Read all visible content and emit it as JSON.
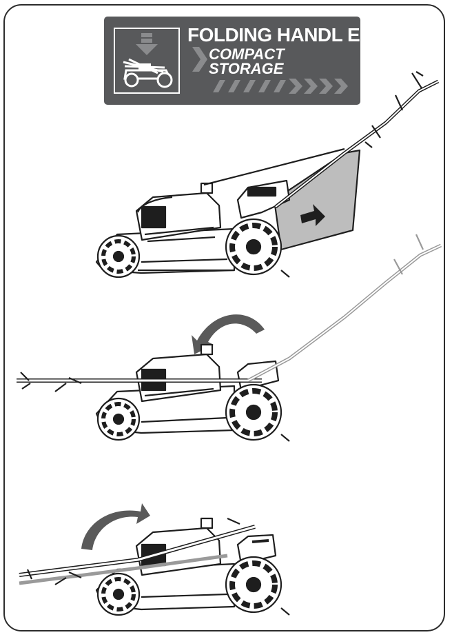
{
  "banner": {
    "title": "FOLDING HANDL E",
    "subtitle_line1": "COMPACT",
    "subtitle_line2": "STORAGE"
  },
  "colors": {
    "banner_bg": "#58595b",
    "outline": "#1e1e1e",
    "highlight_panel": "#bdbdbd",
    "arrow": "#5a5a5a"
  },
  "steps": [
    {
      "description_icon": "mower-with-bag-icon"
    },
    {
      "description_icon": "mower-handle-folding-icon"
    },
    {
      "description_icon": "mower-handle-folded-icon"
    }
  ]
}
